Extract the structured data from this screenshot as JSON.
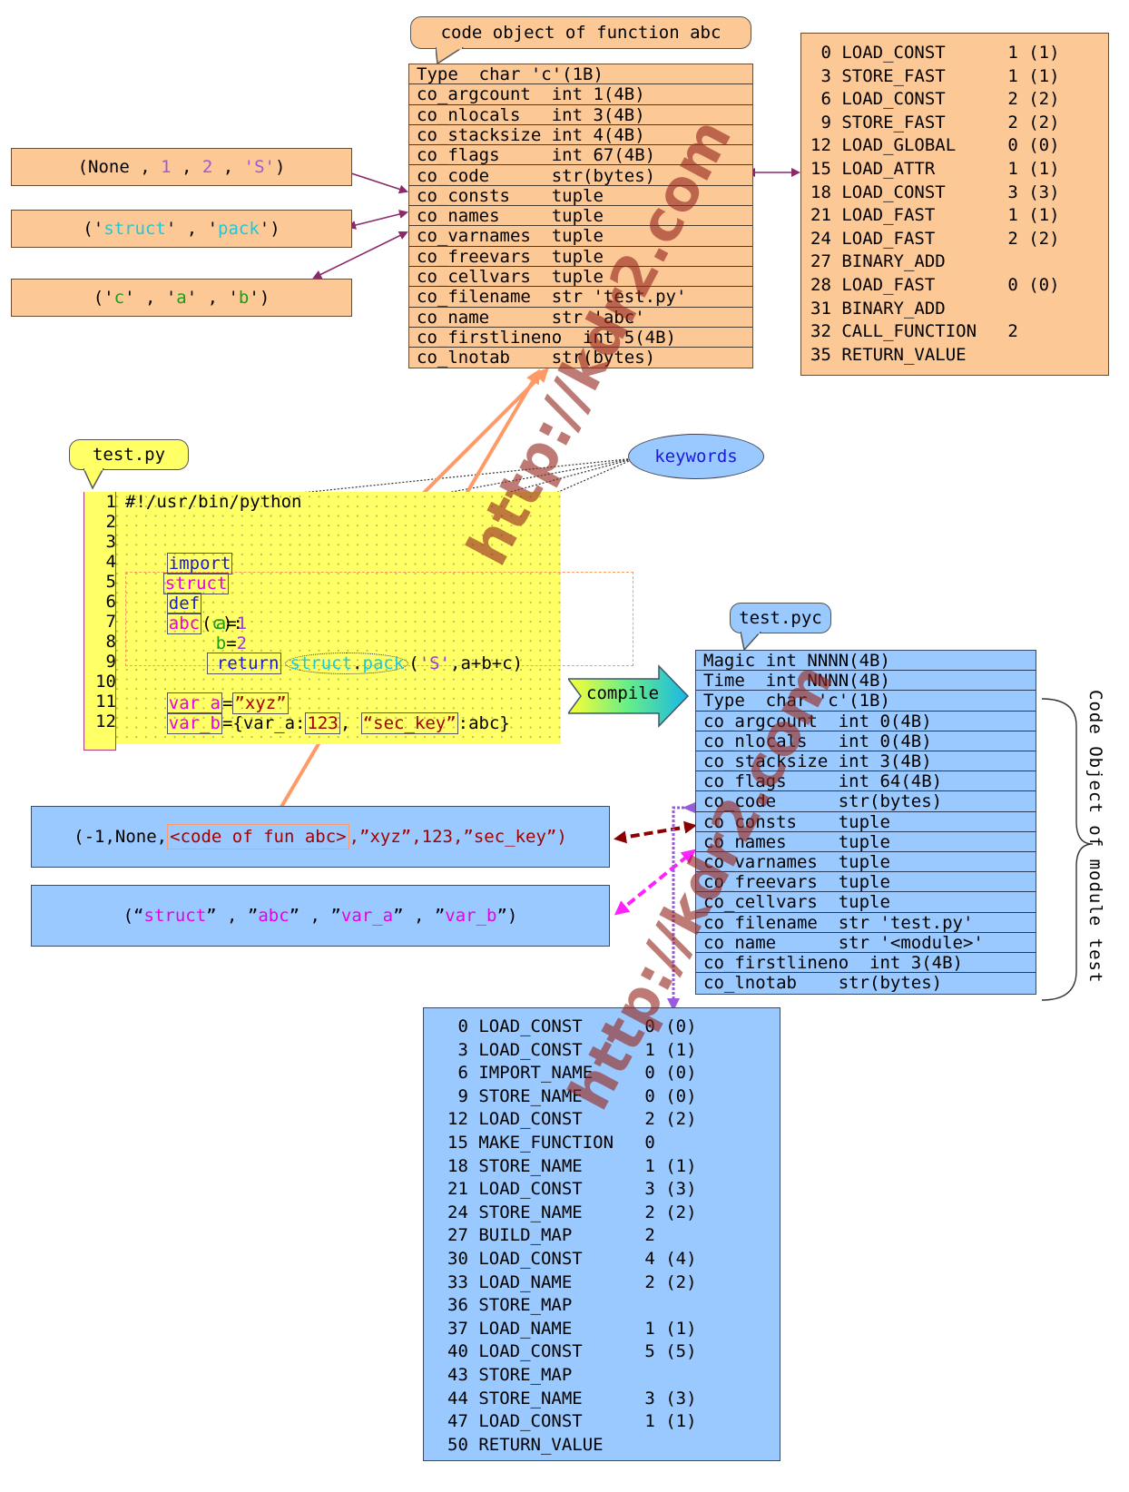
{
  "fun_code_object": {
    "callout": "code object of function abc",
    "fields": [
      "Type  char 'c'(1B)",
      "co_argcount  int 1(4B)",
      "co_nlocals   int 3(4B)",
      "co_stacksize int 4(4B)",
      "co_flags     int 67(4B)",
      "co_code      str(bytes)",
      "co_consts    tuple",
      "co_names     tuple",
      "co_varnames  tuple",
      "co_freevars  tuple",
      "co_cellvars  tuple",
      "co_filename  str 'test.py'",
      "co_name      str 'abc'",
      "co_firstlineno  int 5(4B)",
      "co_lnotab    str(bytes)"
    ],
    "bytecode": [
      " 0 LOAD_CONST      1 (1)",
      " 3 STORE_FAST      1 (1)",
      " 6 LOAD_CONST      2 (2)",
      " 9 STORE_FAST      2 (2)",
      "12 LOAD_GLOBAL     0 (0)",
      "15 LOAD_ATTR       1 (1)",
      "18 LOAD_CONST      3 (3)",
      "21 LOAD_FAST       1 (1)",
      "24 LOAD_FAST       2 (2)",
      "27 BINARY_ADD",
      "28 LOAD_FAST       0 (0)",
      "31 BINARY_ADD",
      "32 CALL_FUNCTION   2",
      "35 RETURN_VALUE"
    ],
    "consts_tuple": [
      "(None , ",
      "1",
      " , ",
      "2",
      " , ",
      "'S'",
      ")"
    ],
    "names_tuple": [
      "('",
      "struct",
      "' , '",
      "pack",
      "')"
    ],
    "varnames_tuple": [
      "('",
      "c",
      "' , '",
      "a",
      "' , '",
      "b",
      "')"
    ]
  },
  "source": {
    "callout": "test.py",
    "line_numbers": [
      "1",
      "2",
      "3",
      "4",
      "5",
      "6",
      "7",
      "8",
      "9",
      "10",
      "11",
      "12"
    ],
    "line1": "#!/usr/bin/python",
    "import_kw": "import",
    "struct_name": "struct",
    "def_kw": "def",
    "func_name": "abc",
    "func_params": "(c):",
    "param_c": "c",
    "a_assign": "a",
    "a_val": "1",
    "b_assign": "b",
    "b_val": "2",
    "return_kw": "return",
    "struct_call": "struct",
    "pack_call": "pack",
    "call_args_open": "(",
    "call_S": "'S'",
    "call_rest": ",a+b+c)",
    "var_a": "var_a",
    "xyz": "”xyz”",
    "var_b": "var_b",
    "dict_open": "={var_a:",
    "num123": "123",
    "sec_key": "“sec_key”",
    "dict_close": ":abc}",
    "equals": "="
  },
  "keywords_label": "keywords",
  "compile_label": "compile",
  "pyc": {
    "callout": "test.pyc",
    "fields": [
      "Magic int NNNN(4B)",
      "Time  int NNNN(4B)",
      "Type  char 'c'(1B)",
      "co_argcount  int 0(4B)",
      "co_nlocals   int 0(4B)",
      "co_stacksize int 3(4B)",
      "co_flags     int 64(4B)",
      "co_code      str(bytes)",
      "co_consts    tuple",
      "co_names     tuple",
      "co_varnames  tuple",
      "co_freevars  tuple",
      "co_cellvars  tuple",
      "co_filename  str 'test.py'",
      "co_name      str '<module>'",
      "co_firstlineno  int 3(4B)",
      "co_lnotab    str(bytes)"
    ],
    "brace_label": "Code Object of module test",
    "consts_tuple": {
      "a": "(-1,None,",
      "b": "<code of fun abc>",
      "c": ",”xyz”,123,”sec_key”)"
    },
    "names_tuple": [
      "(“",
      "struct",
      "” , ”",
      "abc",
      "” , ”",
      "var_a",
      "” , ”",
      "var_b",
      "”)"
    ],
    "bytecode": [
      " 0 LOAD_CONST      0 (0)",
      " 3 LOAD_CONST      1 (1)",
      " 6 IMPORT_NAME     0 (0)",
      " 9 STORE_NAME      0 (0)",
      "12 LOAD_CONST      2 (2)",
      "15 MAKE_FUNCTION   0",
      "18 STORE_NAME      1 (1)",
      "21 LOAD_CONST      3 (3)",
      "24 STORE_NAME      2 (2)",
      "27 BUILD_MAP       2",
      "30 LOAD_CONST      4 (4)",
      "33 LOAD_NAME       2 (2)",
      "36 STORE_MAP",
      "37 LOAD_NAME       1 (1)",
      "40 LOAD_CONST      5 (5)",
      "43 STORE_MAP",
      "44 STORE_NAME      3 (3)",
      "47 LOAD_CONST      1 (1)",
      "50 RETURN_VALUE"
    ]
  },
  "watermark": "http://kdr2.com",
  "colors": {
    "orange_box": "#fcc896",
    "blue_box": "#99c9ff",
    "code_yellow": "#ffff66",
    "arrow_orange": "#ff9966",
    "arrow_darkred": "#8a0000",
    "arrow_magenta": "#ff22ff",
    "arrow_purple": "#9a5ad9",
    "link_plum": "#8a2a6a"
  }
}
